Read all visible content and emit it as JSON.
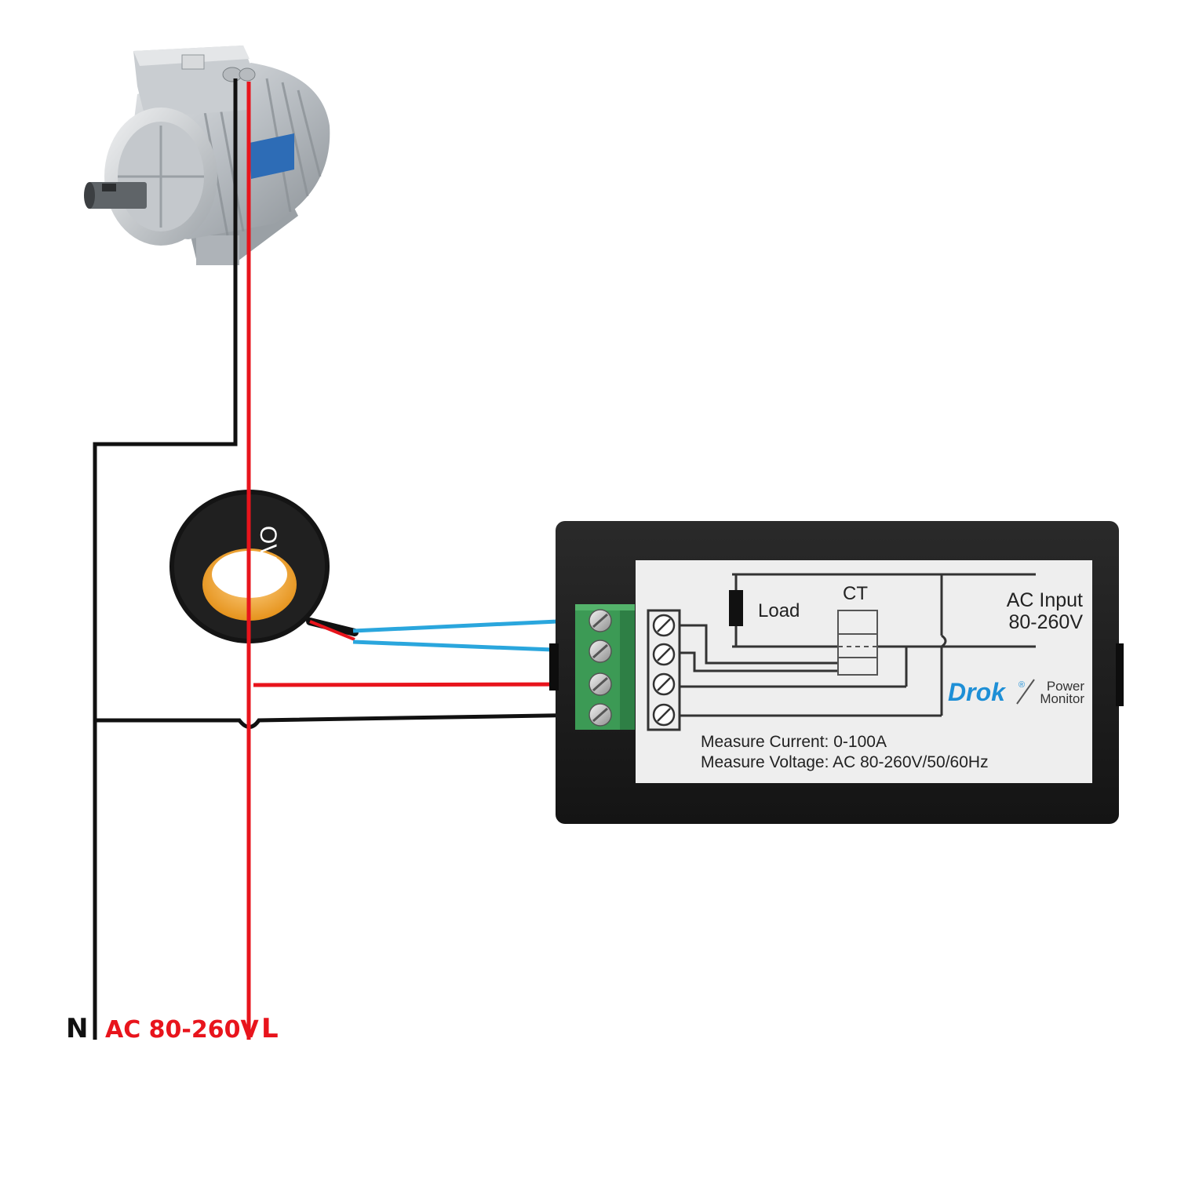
{
  "supply": {
    "neutral_label": "N",
    "voltage_label": "AC 80-260V",
    "line_label": "L"
  },
  "ct_ring": {
    "marking": "OV"
  },
  "meter": {
    "load_label": "Load",
    "ct_label": "CT",
    "ac_input_label": "AC Input",
    "ac_input_range": "80-260V",
    "brand": "Drok",
    "brand_mark": "®",
    "product_line1": "Power",
    "product_line2": "Monitor",
    "spec_current": "Measure Current: 0-100A",
    "spec_voltage": "Measure Voltage: AC 80-260V/50/60Hz"
  },
  "colors": {
    "line_wire": "#e8141c",
    "neutral_wire": "#111111",
    "ct_lead": "#2aa6dd",
    "terminal_block": "#3c9a55",
    "meter_housing": "#1c1c1c",
    "label_panel": "#eeeeee",
    "brand_blue": "#1e8fd6",
    "ct_core": "#f0a125"
  },
  "icons": {
    "motor": "three-phase-motor-icon",
    "ct": "current-transformer-icon",
    "terminal": "screw-terminal-icon"
  }
}
